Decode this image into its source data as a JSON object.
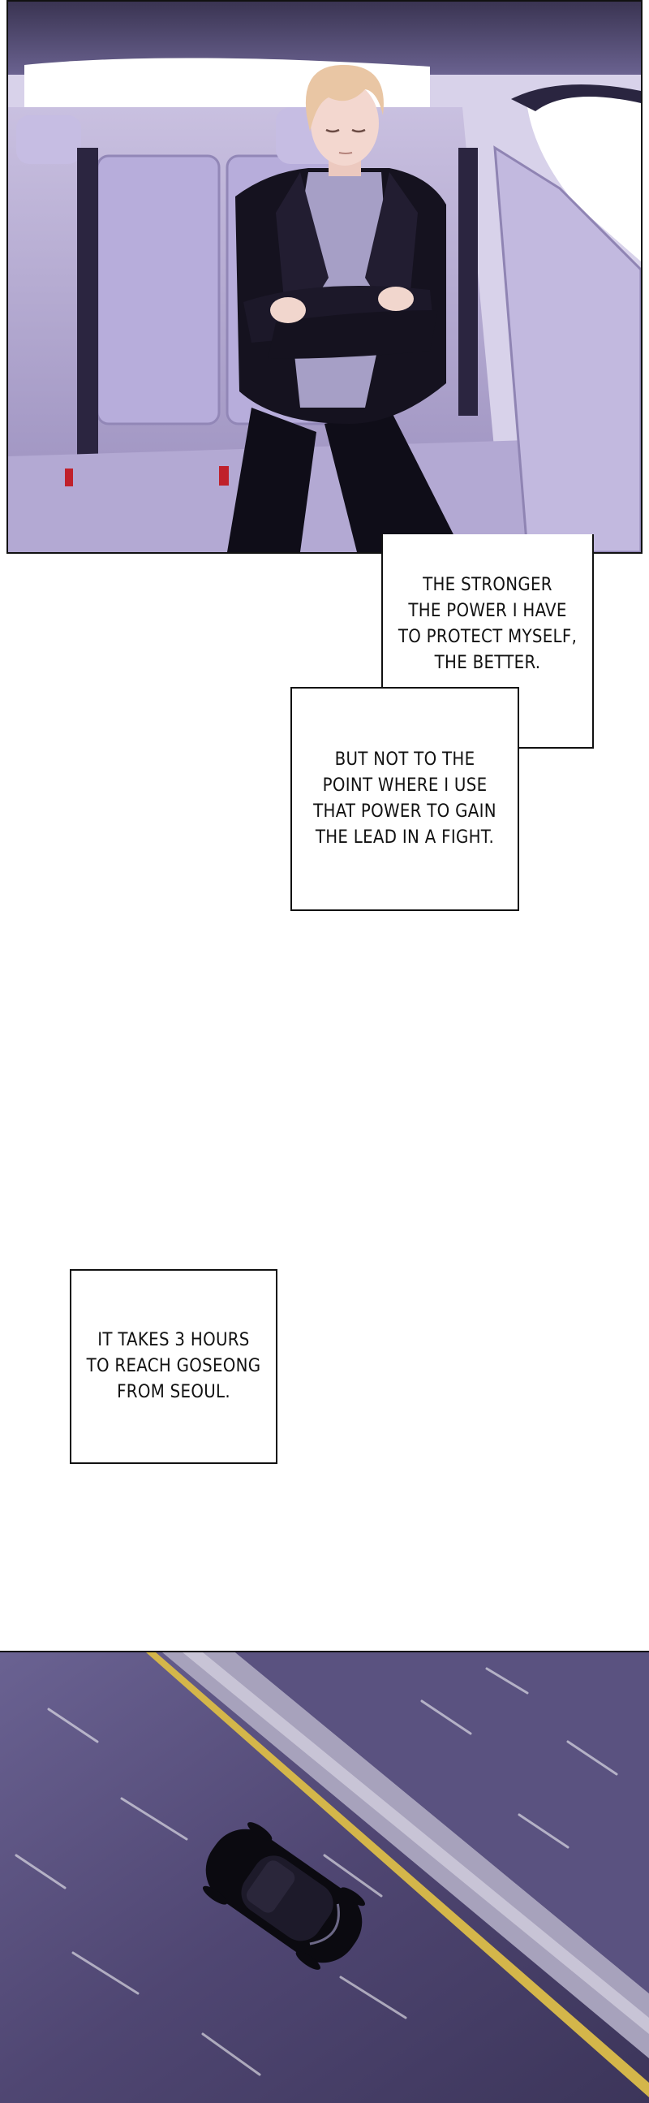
{
  "panels": {
    "car_interior": {
      "colors": {
        "seat": "#bdb3d6",
        "seat_shadow": "#8e84ad",
        "window": "#ffffff",
        "jacket": "#15121f",
        "shirt": "#a69fc6",
        "hair": "#e9c6a4",
        "skin": "#f3d7cf"
      }
    },
    "road": {
      "colors": {
        "asphalt": "#4f4672",
        "lane_line": "#d4b64a",
        "divider": "#a7a2bc",
        "car": "#0b0a10"
      }
    }
  },
  "captions": [
    {
      "id": "caption-1",
      "text": "THE STRONGER\nTHE POWER I HAVE\nTO PROTECT MYSELF,\nTHE BETTER."
    },
    {
      "id": "caption-2",
      "text": "BUT NOT TO THE\nPOINT WHERE I USE\nTHAT POWER TO GAIN\nTHE LEAD IN A FIGHT."
    },
    {
      "id": "caption-3",
      "text": "IT TAKES 3 HOURS\nTO REACH GOSEONG\nFROM SEOUL."
    }
  ]
}
